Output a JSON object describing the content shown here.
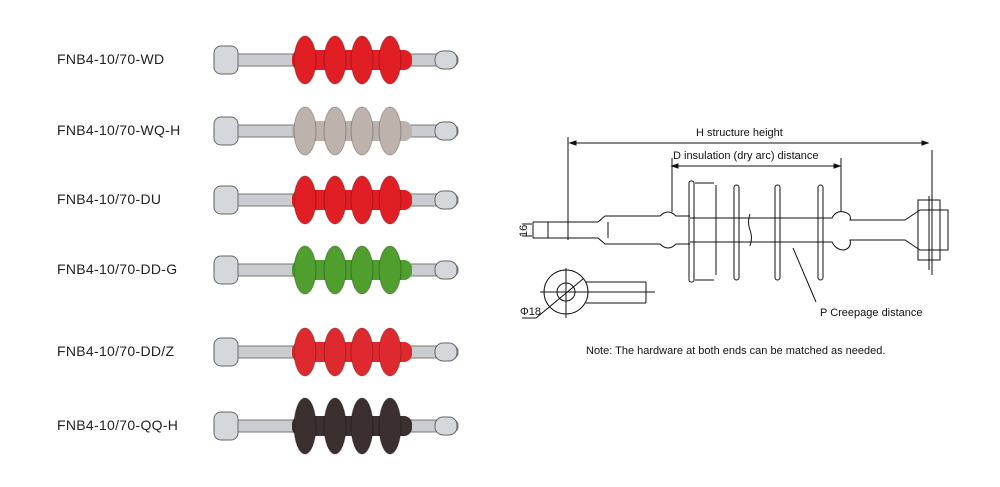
{
  "products": [
    {
      "model": "FNB4-10/70-WD",
      "color": "#e01e24"
    },
    {
      "model": "FNB4-10/70-WQ-H",
      "color": "#bdb2ac"
    },
    {
      "model": "FNB4-10/70-DU",
      "color": "#e01e24"
    },
    {
      "model": "FNB4-10/70-DD-G",
      "color": "#4f9e2e"
    },
    {
      "model": "FNB4-10/70-DD/Z",
      "color": "#de2a2e"
    },
    {
      "model": "FNB4-10/70-QQ-H",
      "color": "#3b2f30"
    }
  ],
  "diagram": {
    "h_label": "H structure height",
    "d_label": "D insulation (dry arc) distance",
    "p_label": "P Creepage distance",
    "dim_16": "16",
    "dim_phi18": "Φ18",
    "note": "Note: The hardware at both ends can be matched as needed."
  }
}
